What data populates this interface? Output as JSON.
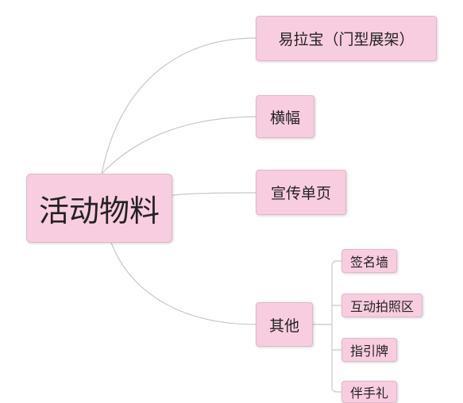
{
  "diagram": {
    "root": {
      "label": "活动物料"
    },
    "branches": [
      {
        "id": "yilabao",
        "label": "易拉宝（门型展架）"
      },
      {
        "id": "hengfu",
        "label": "横幅"
      },
      {
        "id": "xuanchuan",
        "label": "宣传单页"
      },
      {
        "id": "qita",
        "label": "其他",
        "children": [
          {
            "id": "qianming",
            "label": "签名墙"
          },
          {
            "id": "hudong",
            "label": "互动拍照区"
          },
          {
            "id": "zhiyin",
            "label": "指引牌"
          },
          {
            "id": "banshou",
            "label": "伴手礼"
          }
        ]
      }
    ],
    "colors": {
      "node_fill": "#f9cde0",
      "node_border": "#e0b7c9",
      "connector": "#c8c8c8",
      "text": "#222222"
    }
  }
}
